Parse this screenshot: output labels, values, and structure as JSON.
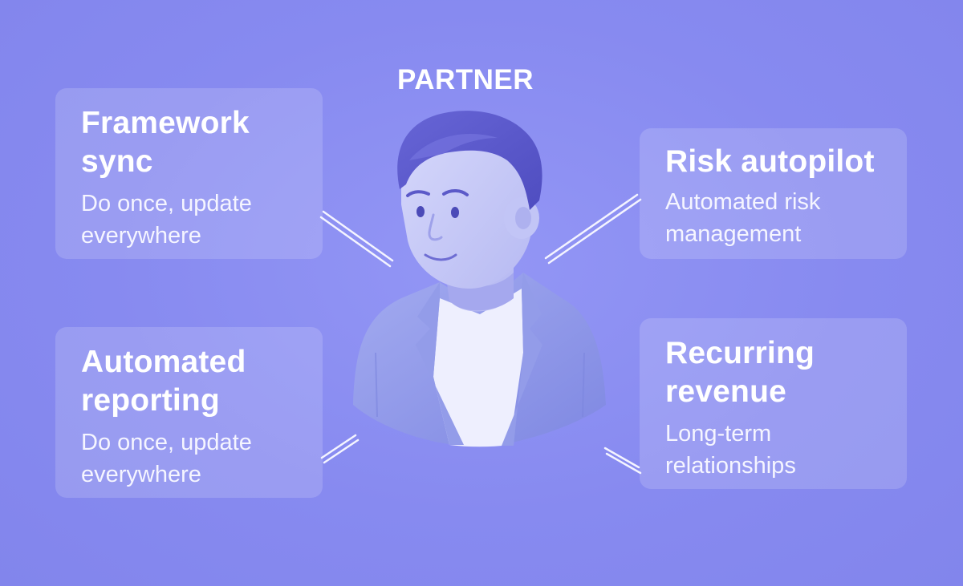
{
  "title": "PARTNER",
  "cards": [
    {
      "title": "Framework sync",
      "description": "Do once, update everywhere"
    },
    {
      "title": "Risk autopilot",
      "description": "Automated risk management"
    },
    {
      "title": "Automated reporting",
      "description": "Do once, update everywhere"
    },
    {
      "title": "Recurring revenue",
      "description": "Long-term relationships"
    }
  ],
  "colors": {
    "background": "#8b8ef1",
    "card": "rgba(255,255,255,0.16)",
    "hair": "#5a58c9",
    "jacket": "#8c95e8",
    "skin": "#c9ccf7",
    "shirt": "#f1f2ff"
  }
}
